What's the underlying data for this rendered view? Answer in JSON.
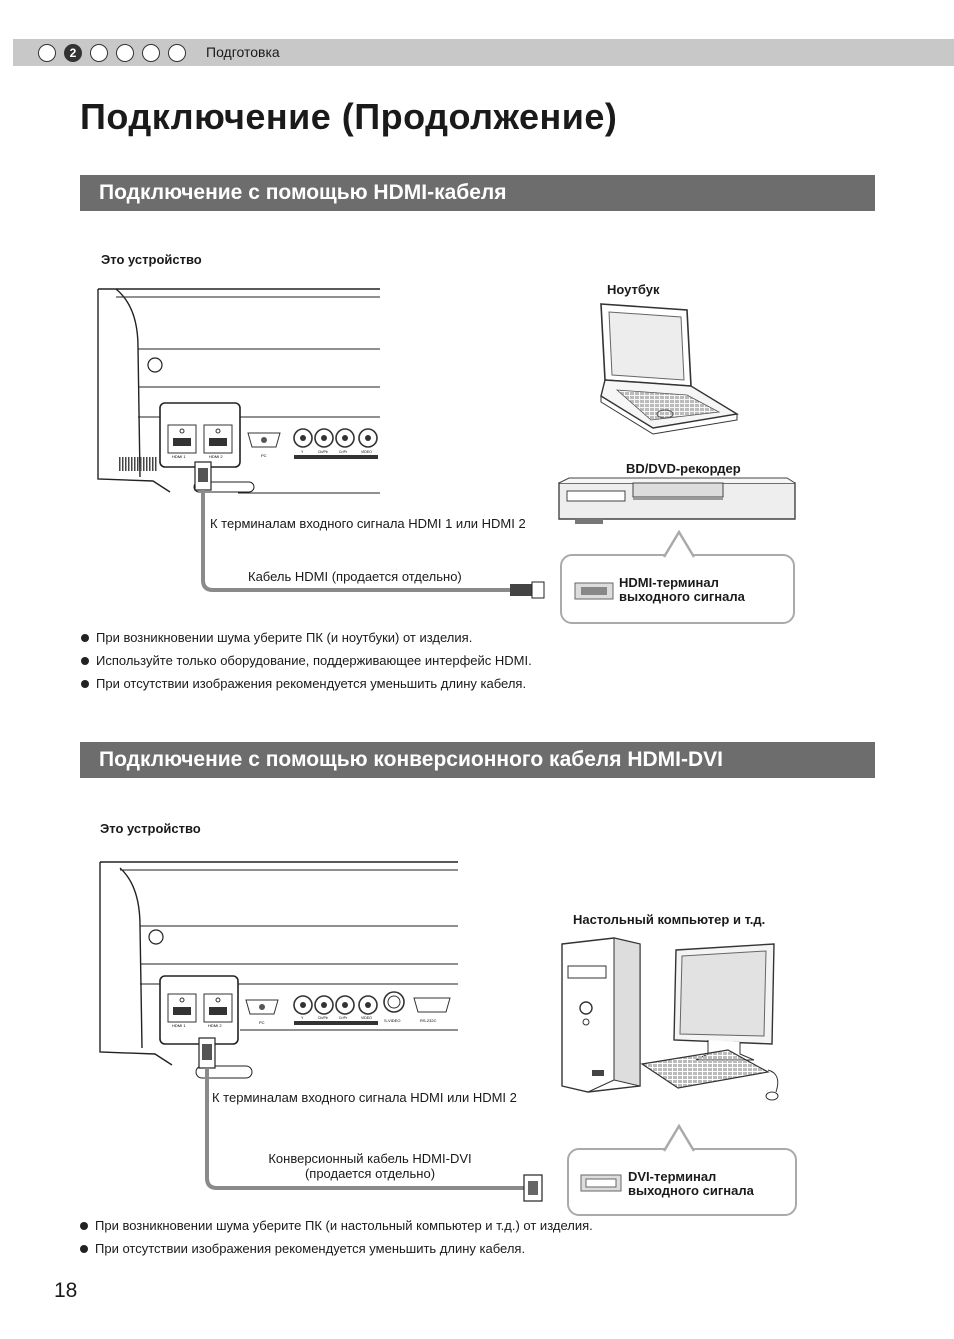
{
  "header": {
    "steps": [
      "",
      "2",
      "",
      "",
      "",
      ""
    ],
    "section_tag": "Подготовка"
  },
  "page_title": "Подключение (Продолжение)",
  "section1": {
    "heading": "Подключение с помощью HDMI-кабеля",
    "this_device": "Это устройство",
    "laptop": "Ноутбук",
    "recorder": "BD/DVD-рекордер",
    "to_terminals": "К терминалам входного сигнала HDMI 1 или HDMI 2",
    "cable": "Кабель HDMI (продается отдельно)",
    "output_terminal_line1": "HDMI-терминал",
    "output_terminal_line2": "выходного сигнала",
    "port_labels": [
      "HDMI 1",
      "HDMI 2",
      "PC",
      "Y",
      "Cb/Pb",
      "Cr/Pr",
      "VIDEO"
    ],
    "notes": [
      "При возникновении шума уберите ПК (и ноутбуки) от изделия.",
      "Используйте только оборудование, поддерживающее интерфейс HDMI.",
      "При отсутствии изображения рекомендуется уменьшить длину кабеля."
    ]
  },
  "section2": {
    "heading": "Подключение с помощью конверсионного кабеля HDMI-DVI",
    "this_device": "Это устройство",
    "desktop": "Настольный компьютер и т.д.",
    "to_terminals": "К терминалам входного сигнала HDMI или HDMI 2",
    "cable_line1": "Конверсионный кабель HDMI-DVI",
    "cable_line2": "(продается отдельно)",
    "output_terminal_line1": "DVI-терминал",
    "output_terminal_line2": "выходного сигнала",
    "port_labels": [
      "HDMI 1",
      "HDMI 2",
      "PC",
      "Y",
      "Cb/Pb",
      "Cr/Pr",
      "VIDEO",
      "S-VIDEO",
      "RS-232C"
    ],
    "notes": [
      "При возникновении шума уберите ПК (и настольный компьютер и т.д.) от изделия.",
      "При отсутствии изображения рекомендуется уменьшить длину кабеля."
    ]
  },
  "page_number": "18",
  "colors": {
    "section_bar": "#6d6d6d",
    "top_bar": "#c8c8c8",
    "cable": "#8a8a8a",
    "callout_border": "#aaaaaa"
  }
}
